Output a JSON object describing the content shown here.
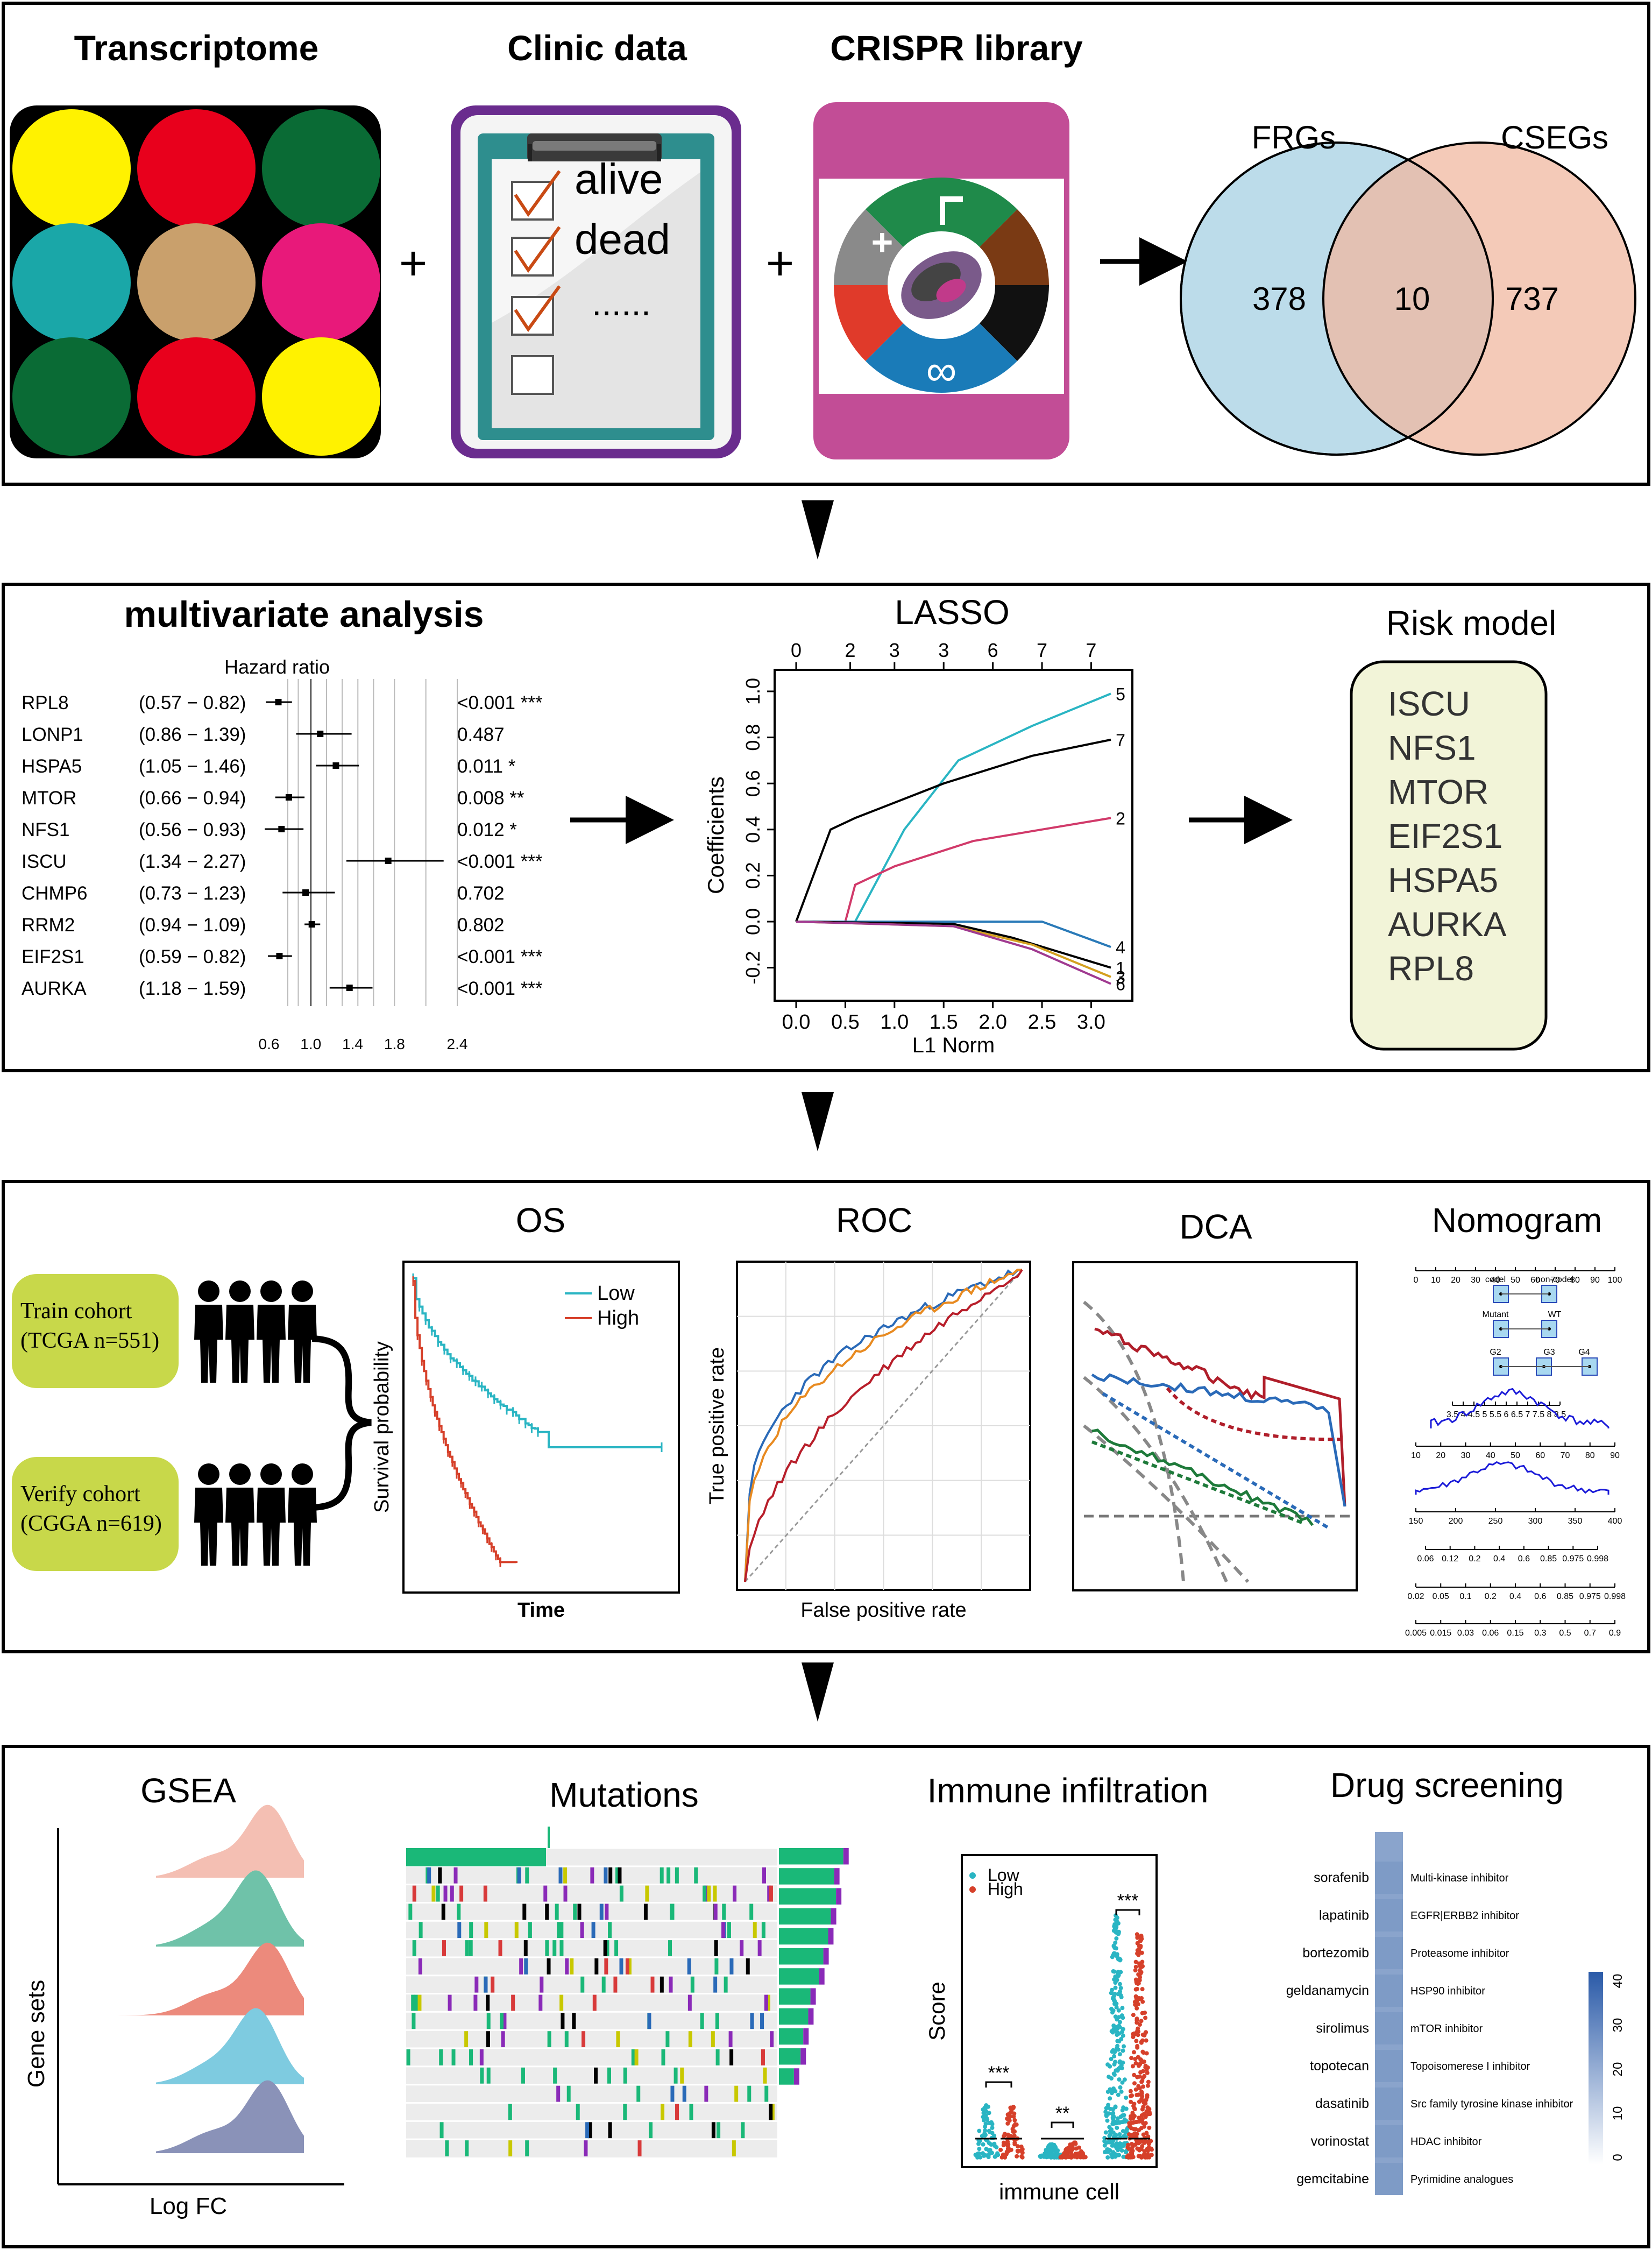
{
  "panel1": {
    "transcriptome_title": "Transcriptome",
    "clinic_title": "Clinic data",
    "crispr_title": "CRISPR library",
    "plus": "+",
    "circle_colors": [
      "#fff200",
      "#e8001c",
      "#0a6b35",
      "#1aa7a8",
      "#c9a06c",
      "#e8197a",
      "#0a6b35",
      "#e8001c",
      "#fff200"
    ],
    "clip_words": [
      "alive",
      "dead",
      "......"
    ],
    "venn": {
      "left_label": "FRGs",
      "right_label": "CSEGs",
      "left_only": "378",
      "overlap": "10",
      "right_only": "737",
      "left_color": "#bcdcea",
      "right_color": "#f0b8a0"
    }
  },
  "panel2": {
    "mv_title": "multivariate analysis",
    "hr_label": "Hazard ratio",
    "forest_rows": [
      {
        "gene": "RPL8",
        "ci": "(0.57 − 0.82)",
        "p": "<0.001 ***",
        "hr": 0.69,
        "lo": 0.57,
        "hi": 0.82
      },
      {
        "gene": "LONP1",
        "ci": "(0.86 − 1.39)",
        "p": "0.487",
        "hr": 1.09,
        "lo": 0.86,
        "hi": 1.39
      },
      {
        "gene": "HSPA5",
        "ci": "(1.05 − 1.46)",
        "p": "0.011 *",
        "hr": 1.24,
        "lo": 1.05,
        "hi": 1.46
      },
      {
        "gene": "MTOR",
        "ci": "(0.66 − 0.94)",
        "p": "0.008 **",
        "hr": 0.79,
        "lo": 0.66,
        "hi": 0.94
      },
      {
        "gene": "NFS1",
        "ci": "(0.56 − 0.93)",
        "p": "0.012 *",
        "hr": 0.72,
        "lo": 0.56,
        "hi": 0.93
      },
      {
        "gene": "ISCU",
        "ci": "(1.34 − 2.27)",
        "p": "<0.001 ***",
        "hr": 1.74,
        "lo": 1.34,
        "hi": 2.27
      },
      {
        "gene": "CHMP6",
        "ci": "(0.73 − 1.23)",
        "p": "0.702",
        "hr": 0.95,
        "lo": 0.73,
        "hi": 1.23
      },
      {
        "gene": "RRM2",
        "ci": "(0.94 − 1.09)",
        "p": "0.802",
        "hr": 1.01,
        "lo": 0.94,
        "hi": 1.09
      },
      {
        "gene": "EIF2S1",
        "ci": "(0.59 − 0.82)",
        "p": "<0.001 ***",
        "hr": 0.7,
        "lo": 0.59,
        "hi": 0.82
      },
      {
        "gene": "AURKA",
        "ci": "(1.18 − 1.59)",
        "p": "<0.001 ***",
        "hr": 1.37,
        "lo": 1.18,
        "hi": 1.59
      }
    ],
    "forest_ticks": [
      "0.6",
      "1.0",
      "1.4",
      "1.8",
      "2.4"
    ],
    "lasso_title": "LASSO",
    "lasso_top_ticks": [
      "0",
      "2",
      "3",
      "3",
      "6",
      "7",
      "7"
    ],
    "lasso_x_ticks": [
      "0.0",
      "0.5",
      "1.0",
      "1.5",
      "2.0",
      "2.5",
      "3.0"
    ],
    "lasso_y_ticks": [
      "-0.2",
      "0.0",
      "0.2",
      "0.4",
      "0.6",
      "0.8",
      "1.0"
    ],
    "lasso_xlabel": "L1 Norm",
    "lasso_ylabel": "Coefficients",
    "lasso_line_labels": [
      "5",
      "7",
      "2",
      "4",
      "1",
      "3",
      "6"
    ],
    "risk_title": "Risk model",
    "risk_genes": [
      "ISCU",
      "NFS1",
      "MTOR",
      "EIF2S1",
      "HSPA5",
      "AURKA",
      "RPL8"
    ]
  },
  "panel3": {
    "train_text": [
      "Train cohort",
      "(TCGA n=551)"
    ],
    "verify_text": [
      "Verify cohort",
      "(CGGA n=619)"
    ],
    "os_title": "OS",
    "os_legend": [
      "Low",
      "High"
    ],
    "os_ylabel": "Survival probability",
    "os_xlabel": "Time",
    "roc_title": "ROC",
    "roc_ylabel": "True positive rate",
    "roc_xlabel": "False positive rate",
    "dca_title": "DCA",
    "nomo_title": "Nomogram",
    "nomo_axis1": [
      "0",
      "10",
      "20",
      "30",
      "40",
      "50",
      "60",
      "70",
      "80",
      "90",
      "100"
    ],
    "nomo_labels": [
      "codel",
      "non-codel",
      "Mutant",
      "WT",
      "G2",
      "G3",
      "G4"
    ],
    "nomo_axis2": [
      "3.5",
      "4",
      "4.5",
      "5",
      "5.5",
      "6",
      "6.5",
      "7",
      "7.5",
      "8",
      "8.5"
    ],
    "nomo_axis3": [
      "10",
      "20",
      "30",
      "40",
      "50",
      "60",
      "70",
      "80",
      "90"
    ],
    "nomo_axis4": [
      "150",
      "200",
      "250",
      "300",
      "350",
      "400"
    ],
    "nomo_axis5": [
      "0.06",
      "0.12",
      "0.2",
      "0.4",
      "0.6",
      "0.85",
      "0.975",
      "0.998"
    ],
    "nomo_axis6": [
      "0.02",
      "0.05",
      "0.1",
      "0.2",
      "0.4",
      "0.6",
      "0.85",
      "0.975",
      "0.998"
    ],
    "nomo_axis7": [
      "0.005",
      "0.015",
      "0.03",
      "0.06",
      "0.15",
      "0.3",
      "0.5",
      "0.7",
      "0.9"
    ]
  },
  "panel4": {
    "gsea_title": "GSEA",
    "gsea_ylabel": "Gene sets",
    "gsea_xlabel": "Log FC",
    "gsea_colors": [
      "#f4bfb3",
      "#6fc2a9",
      "#ec8a7c",
      "#7ecbe0",
      "#8a92b8"
    ],
    "mut_title": "Mutations",
    "imm_title": "Immune infiltration",
    "imm_legend": [
      "Low",
      "High"
    ],
    "imm_ylabel": "Score",
    "imm_xlabel": "immune cell",
    "imm_sig": [
      "***",
      "**",
      "***"
    ],
    "drug_title": "Drug screening",
    "drugs": [
      {
        "name": "sorafenib",
        "target": "Multi-kinase inhibitor"
      },
      {
        "name": "lapatinib",
        "target": "EGFR|ERBB2 inhibitor"
      },
      {
        "name": "bortezomib",
        "target": "Proteasome inhibitor"
      },
      {
        "name": "geldanamycin",
        "target": "HSP90 inhibitor"
      },
      {
        "name": "sirolimus",
        "target": "mTOR inhibitor"
      },
      {
        "name": "topotecan",
        "target": "Topoisomerese I inhibitor"
      },
      {
        "name": "dasatinib",
        "target": "Src family tyrosine kinase inhibitor"
      },
      {
        "name": "vorinostat",
        "target": "HDAC inhibitor"
      },
      {
        "name": "gemcitabine",
        "target": "Pyrimidine analogues"
      }
    ],
    "drug_scale": [
      "40",
      "30",
      "20",
      "10",
      "0"
    ]
  }
}
